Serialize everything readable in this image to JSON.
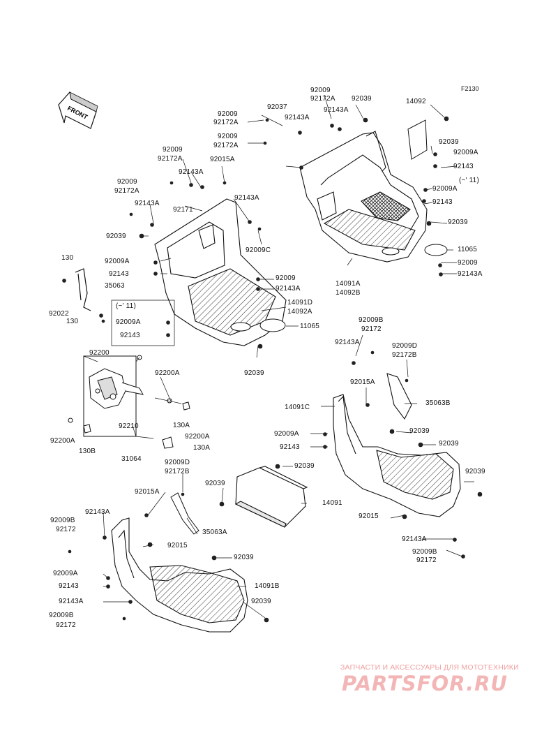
{
  "diagram": {
    "figure_code": "F2130",
    "front_label": "FRONT",
    "watermark": {
      "subtitle": "ЗАПЧАСТИ И АКСЕССУАРЫ ДЛЯ МОТОТЕХНИКИ",
      "logo": "PARTSFOR.RU"
    },
    "labels": [
      "92009",
      "92172A",
      "92039",
      "92143A",
      "92037",
      "92009",
      "92172A",
      "92009",
      "92172A",
      "92143A",
      "14092",
      "92039",
      "92009A",
      "92143",
      "(~' 11)",
      "92009A",
      "92143",
      "92039",
      "92009",
      "92172A",
      "92015A",
      "92143A",
      "92009",
      "92172A",
      "92143A",
      "92143A",
      "92171",
      "92039",
      "92009C",
      "92009A",
      "92143",
      "11065",
      "92009",
      "92143A",
      "92009",
      "92143A",
      "14091A",
      "14092B",
      "14091D",
      "14092A",
      "11065",
      "130",
      "35063",
      "92022",
      "130",
      "(~' 11)",
      "92009A",
      "92143",
      "92039",
      "92009B",
      "92172",
      "92143A",
      "92009D",
      "92172B",
      "92200",
      "92200A",
      "92015A",
      "35063B",
      "14091C",
      "130A",
      "92210",
      "92200A",
      "130A",
      "92200A",
      "130B",
      "31064",
      "92039",
      "92009A",
      "92039",
      "92143",
      "92039",
      "92009D",
      "92172B",
      "92039",
      "92015A",
      "14091",
      "92039",
      "92143A",
      "92009B",
      "92172",
      "35063A",
      "92015",
      "92143A",
      "92015",
      "92009B",
      "92172",
      "92039",
      "92009A",
      "92143",
      "14091B",
      "92143A",
      "92039",
      "92009B",
      "92172"
    ]
  }
}
